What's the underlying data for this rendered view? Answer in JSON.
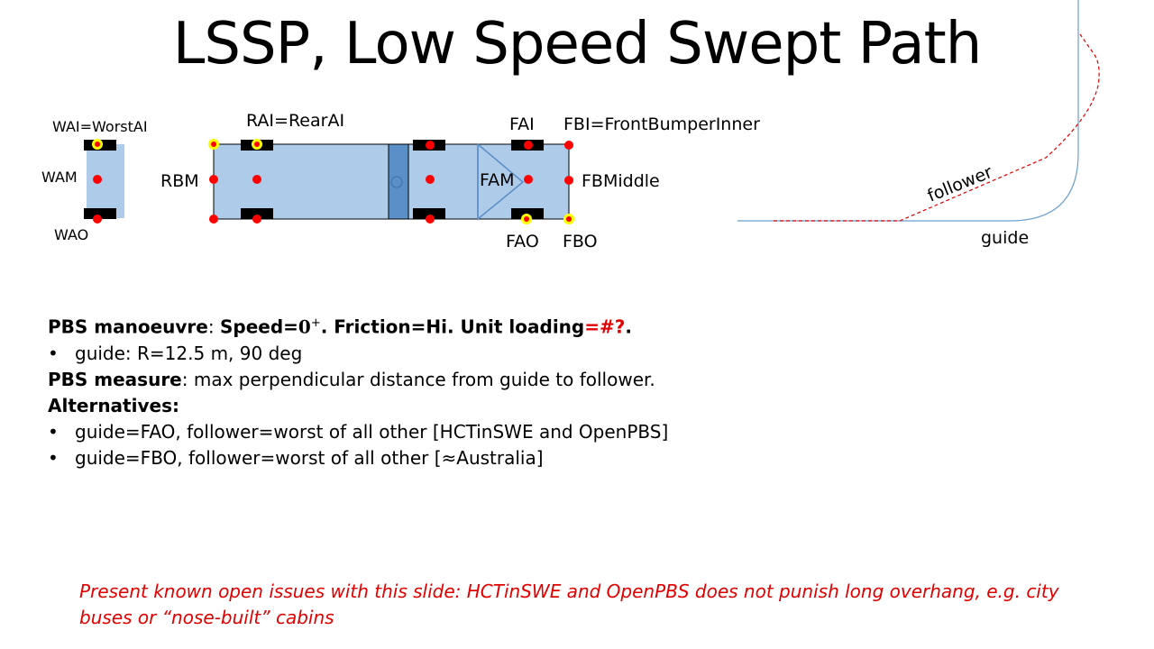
{
  "slide": {
    "title": "LSSP, Low Speed Swept Path"
  },
  "labels": {
    "wai": "WAI=WorstAI",
    "wam": "WAM",
    "wao": "WAO",
    "rai": "RAI=RearAI",
    "rbm": "RBM",
    "fai": "FAI",
    "fbi": "FBI=FrontBumperInner",
    "fam": "FAM",
    "fbmiddle": "FBMiddle",
    "fao": "FAO",
    "fbo": "FBO",
    "follower": "follower",
    "guide": "guide"
  },
  "text": {
    "line1_bold1": "PBS manoeuvre",
    "line1_normal1": ": ",
    "line1_bold2": "Speed=",
    "line1_speed_value": "0",
    "line1_speed_sup": "+",
    "line1_bold3": ". Friction=Hi. Unit loading",
    "line1_red": "=#?",
    "line1_end": ".",
    "bullet1": "guide: R=12.5 m, 90 deg",
    "line3_bold": "PBS measure",
    "line3_normal": ": max perpendicular distance from guide to follower.",
    "alternatives": "Alternatives:",
    "bullet2": "guide=FAO, follower=worst of all other [HCTinSWE and OpenPBS]",
    "bullet3": "guide=FBO, follower=worst of all other [≈Australia]",
    "bullet_char": "•"
  },
  "note": "Present known open issues with this slide: HCTinSWE and OpenPBS does not punish long overhang, e.g. city buses or “nose-built” cabins",
  "colors": {
    "vehicle_fill": "#aecbe9",
    "vehicle_dark": "#5b8fc7",
    "point_red": "#ff0000",
    "point_highlight": "#ffff00",
    "guide_line": "#6a9fd0",
    "follower_line": "#e00000",
    "note_text": "#e00000"
  }
}
